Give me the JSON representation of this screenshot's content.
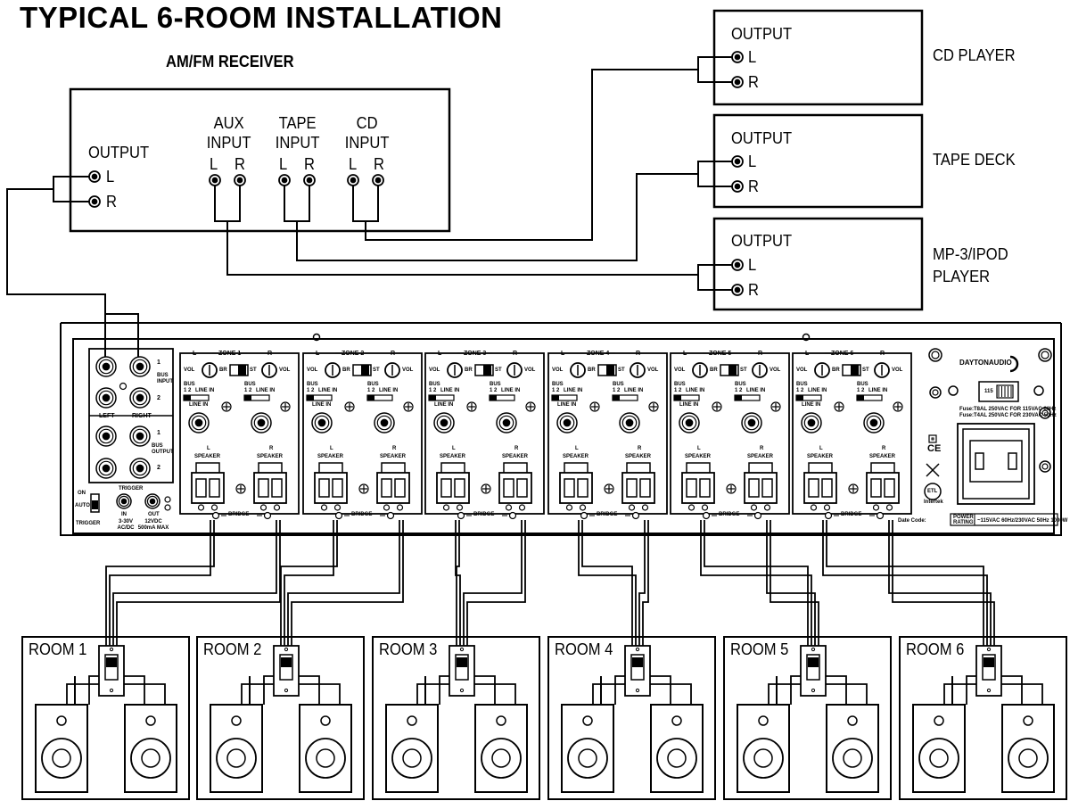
{
  "title": "TYPICAL 6-ROOM INSTALLATION",
  "receiver": {
    "name": "AM/FM RECEIVER",
    "output_label": "OUTPUT",
    "inputs": [
      {
        "line1": "AUX",
        "line2": "INPUT"
      },
      {
        "line1": "TAPE",
        "line2": "INPUT"
      },
      {
        "line1": "CD",
        "line2": "INPUT"
      }
    ]
  },
  "channel_left": "L",
  "channel_right": "R",
  "sources": [
    {
      "name_line1": "CD PLAYER",
      "name_line2": "",
      "output_label": "OUTPUT"
    },
    {
      "name_line1": "TAPE DECK",
      "name_line2": "",
      "output_label": "OUTPUT"
    },
    {
      "name_line1": "MP-3/IPOD",
      "name_line2": "PLAYER",
      "output_label": "OUTPUT"
    }
  ],
  "amplifier": {
    "brand": "DAYTONAUDIO",
    "zones": [
      "ZONE 1",
      "ZONE 2",
      "ZONE 3",
      "ZONE 4",
      "ZONE 5",
      "ZONE 6"
    ],
    "vol": "VOL",
    "br": "BR",
    "st": "ST",
    "bus": "BUS",
    "bus_numbers": "1  2",
    "line_in": "LINE IN",
    "speaker": "SPEAKER",
    "bridge": "BRIDGE",
    "bus_input": "BUS INPUT",
    "bus_output": "BUS OUTPUT",
    "left": "LEFT",
    "right": "RIGHT",
    "one": "1",
    "two": "2",
    "trigger_title": "TRIGGER",
    "trigger_in": "IN",
    "trigger_in_spec": "3-30V AC/DC",
    "trigger_out": "OUT",
    "trigger_out_spec": "12VDC 500mA MAX",
    "switch_on": "ON",
    "switch_auto": "AUTO",
    "switch_trigger": "TRIGGER",
    "voltage_switch": "115",
    "fuse_line1": "Fuse:T8AL 250VAC FOR 115VAC 60Hz",
    "fuse_line2": "Fuse:T4AL 250VAC FOR 230VAC 50Hz",
    "cert_ce": "CE",
    "cert_etl": "ETL",
    "cert_intertek": "Intertek",
    "date_code": "Date Code:",
    "power_rating_label": "POWER RATING:",
    "power_rating": "~115VAC 60Hz/230VAC 50Hz 1000W"
  },
  "rooms": [
    "ROOM 1",
    "ROOM 2",
    "ROOM 3",
    "ROOM 4",
    "ROOM 5",
    "ROOM 6"
  ]
}
